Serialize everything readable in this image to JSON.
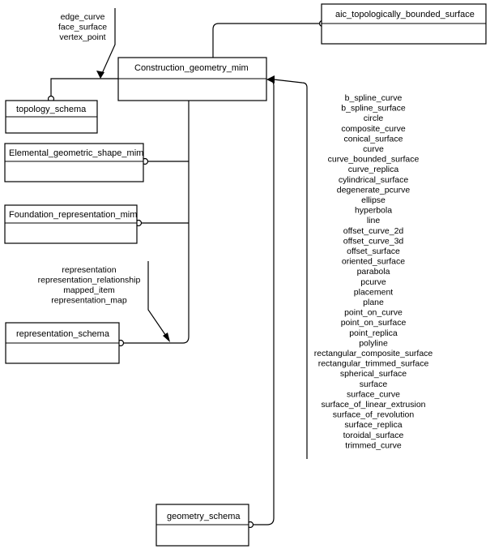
{
  "main_schema": {
    "label": "Construction_geometry_mim"
  },
  "schemas": [
    {
      "id": "aic",
      "label": "aic_topologically_bounded_surface"
    },
    {
      "id": "topology",
      "label": "topology_schema"
    },
    {
      "id": "elemental",
      "label": "Elemental_geometric_shape_mim"
    },
    {
      "id": "foundation",
      "label": "Foundation_representation_mim"
    },
    {
      "id": "representation",
      "label": "representation_schema"
    },
    {
      "id": "geometry",
      "label": "geometry_schema"
    }
  ],
  "topology_imports": [
    "edge_curve",
    "face_surface",
    "vertex_point"
  ],
  "representation_imports": [
    "representation",
    "representation_relationship",
    "mapped_item",
    "representation_map"
  ],
  "geometry_imports": [
    "b_spline_curve",
    "b_spline_surface",
    "circle",
    "composite_curve",
    "conical_surface",
    "curve",
    "curve_bounded_surface",
    "curve_replica",
    "cylindrical_surface",
    "degenerate_pcurve",
    "ellipse",
    "hyperbola",
    "line",
    "offset_curve_2d",
    "offset_curve_3d",
    "offset_surface",
    "oriented_surface",
    "parabola",
    "pcurve",
    "placement",
    "plane",
    "point_on_curve",
    "point_on_surface",
    "point_replica",
    "polyline",
    "rectangular_composite_surface",
    "rectangular_trimmed_surface",
    "spherical_surface",
    "surface",
    "surface_curve",
    "surface_of_linear_extrusion",
    "surface_of_revolution",
    "surface_replica",
    "toroidal_surface",
    "trimmed_curve"
  ]
}
